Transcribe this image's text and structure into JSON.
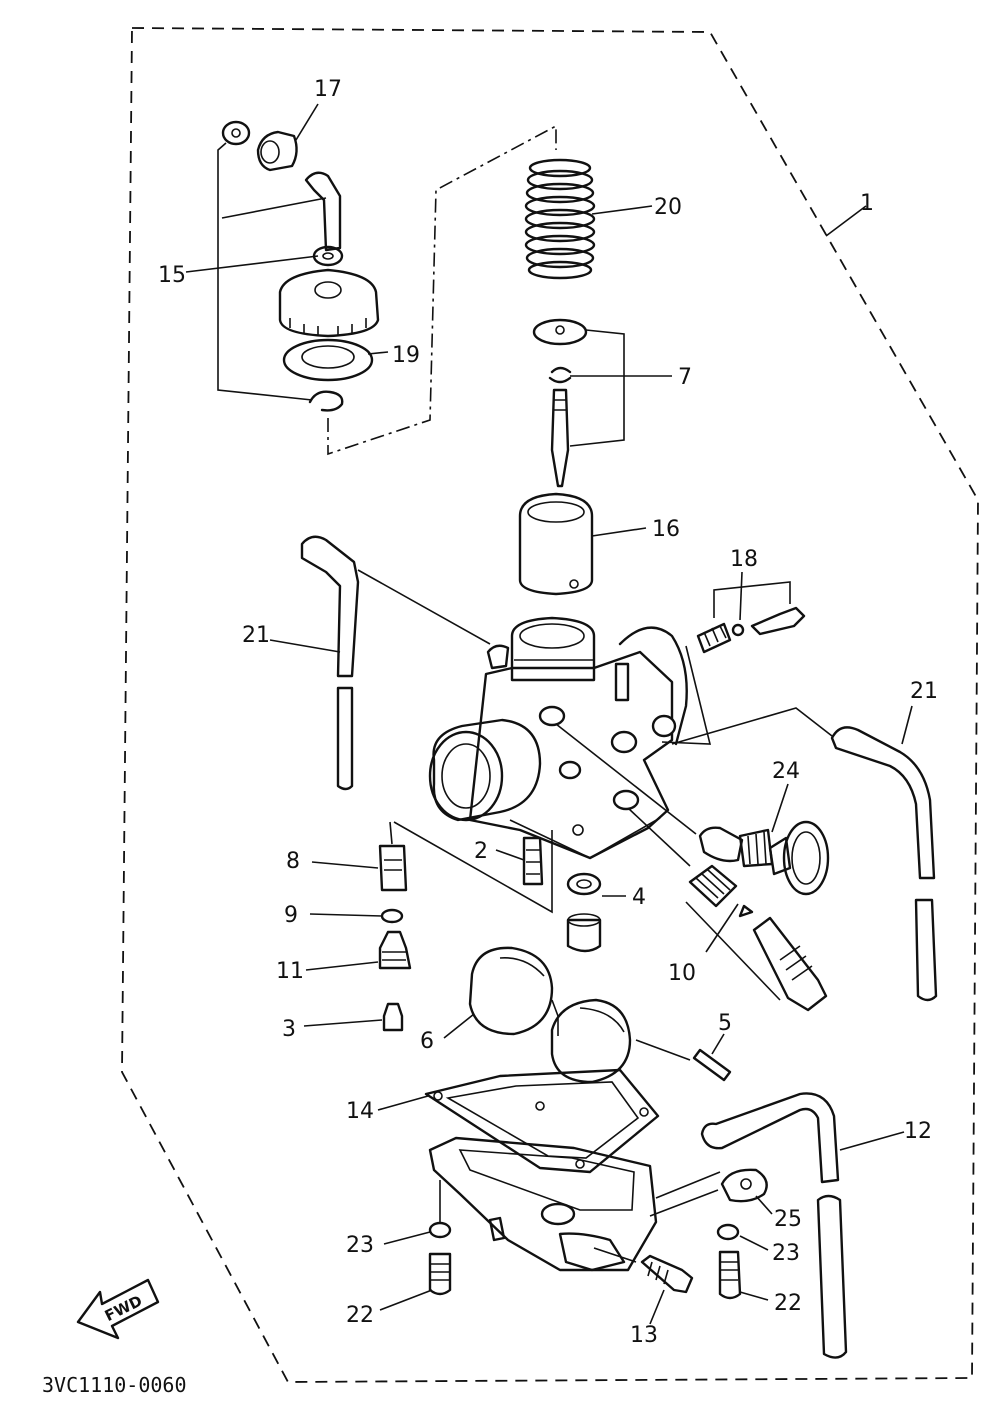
{
  "diagram_code": "3VC1110-0060",
  "fwd_label": "FWD",
  "callouts": [
    {
      "id": "c1",
      "text": "1"
    },
    {
      "id": "c2",
      "text": "2"
    },
    {
      "id": "c3",
      "text": "3"
    },
    {
      "id": "c4",
      "text": "4"
    },
    {
      "id": "c5",
      "text": "5"
    },
    {
      "id": "c6",
      "text": "6"
    },
    {
      "id": "c7",
      "text": "7"
    },
    {
      "id": "c8",
      "text": "8"
    },
    {
      "id": "c9",
      "text": "9"
    },
    {
      "id": "c10",
      "text": "10"
    },
    {
      "id": "c11",
      "text": "11"
    },
    {
      "id": "c12",
      "text": "12"
    },
    {
      "id": "c13",
      "text": "13"
    },
    {
      "id": "c14",
      "text": "14"
    },
    {
      "id": "c15",
      "text": "15"
    },
    {
      "id": "c16",
      "text": "16"
    },
    {
      "id": "c17",
      "text": "17"
    },
    {
      "id": "c18",
      "text": "18"
    },
    {
      "id": "c19",
      "text": "19"
    },
    {
      "id": "c20",
      "text": "20"
    },
    {
      "id": "c21a",
      "text": "21"
    },
    {
      "id": "c21b",
      "text": "21"
    },
    {
      "id": "c22a",
      "text": "22"
    },
    {
      "id": "c22b",
      "text": "22"
    },
    {
      "id": "c23a",
      "text": "23"
    },
    {
      "id": "c23b",
      "text": "23"
    },
    {
      "id": "c24",
      "text": "24"
    },
    {
      "id": "c25",
      "text": "25"
    }
  ]
}
